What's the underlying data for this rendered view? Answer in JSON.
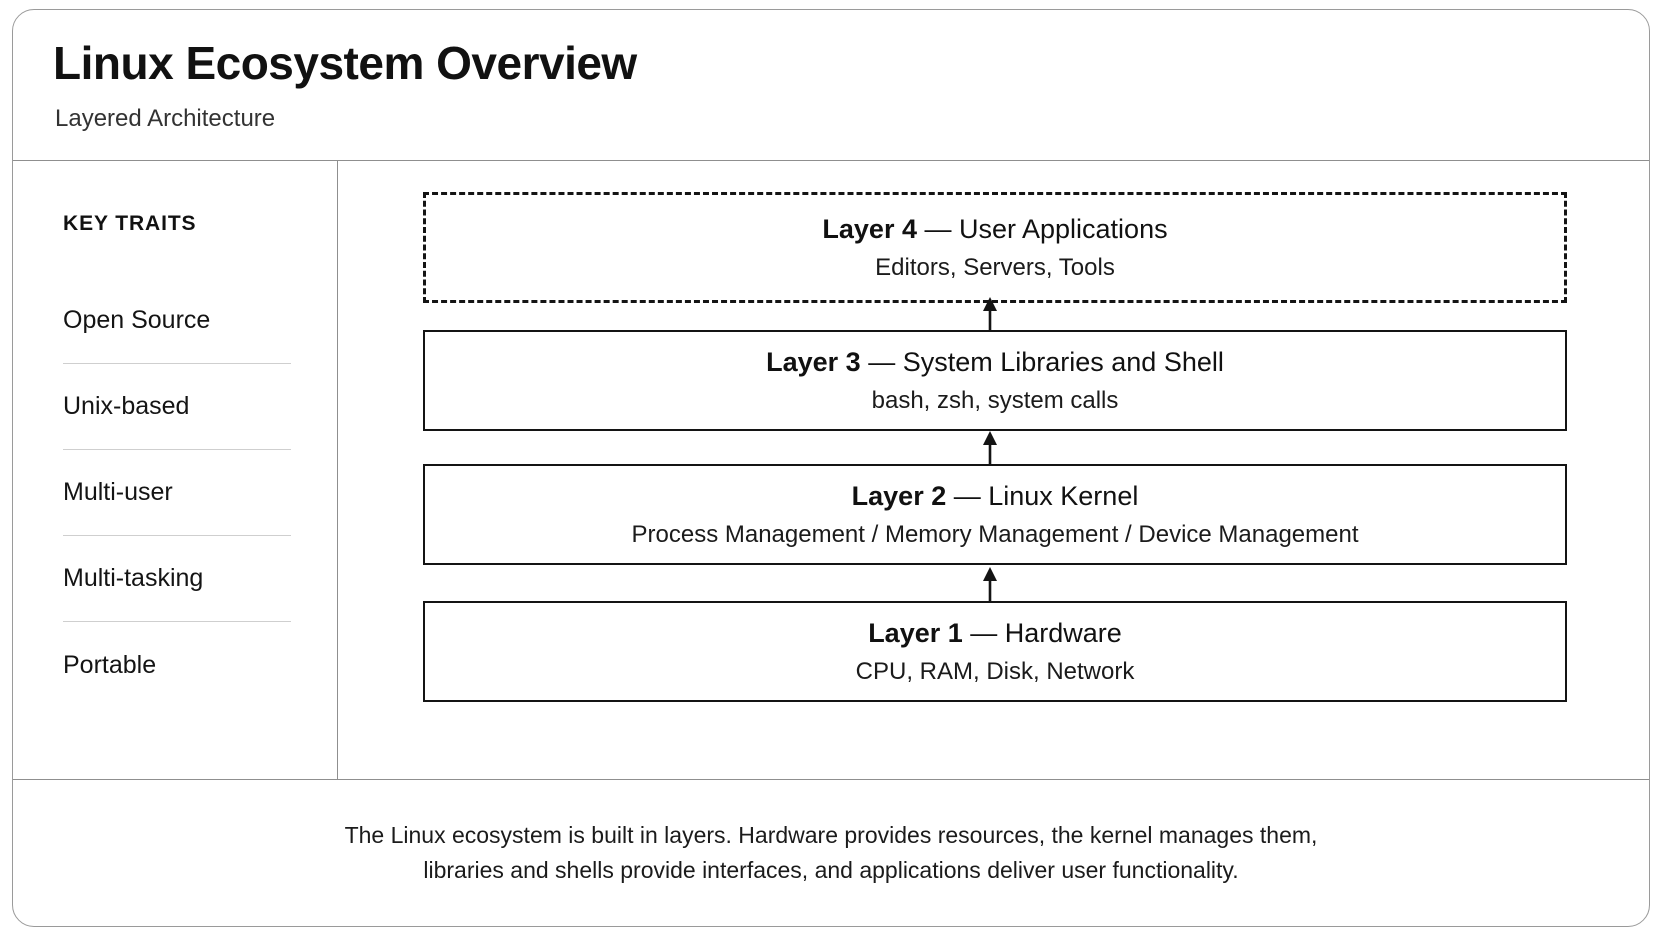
{
  "header": {
    "title": "Linux Ecosystem Overview",
    "subtitle": "Layered Architecture"
  },
  "sidebar": {
    "heading": "KEY TRAITS",
    "traits": [
      {
        "label": "Open Source"
      },
      {
        "label": "Unix-based"
      },
      {
        "label": "Multi-user"
      },
      {
        "label": "Multi-tasking"
      },
      {
        "label": "Portable"
      }
    ]
  },
  "diagram": {
    "layers": [
      {
        "id": "l4",
        "title_bold": "Layer 4",
        "title_rest": " — User Applications",
        "desc": "Editors, Servers, Tools",
        "border": "dashed"
      },
      {
        "id": "l3",
        "title_bold": "Layer 3",
        "title_rest": " — System Libraries and Shell",
        "desc": "bash, zsh, system calls",
        "border": "solid"
      },
      {
        "id": "l2",
        "title_bold": "Layer 2",
        "title_rest": " — Linux Kernel",
        "desc": "Process Management  /  Memory Management  /  Device Management",
        "border": "solid"
      },
      {
        "id": "l1",
        "title_bold": "Layer 1",
        "title_rest": " — Hardware",
        "desc": "CPU, RAM, Disk, Network",
        "border": "solid"
      }
    ],
    "arrows": [
      {
        "name": "arrow-l1-to-l2"
      },
      {
        "name": "arrow-l2-to-l3"
      },
      {
        "name": "arrow-l3-to-l4"
      }
    ]
  },
  "footer": {
    "line1": "The Linux ecosystem is built in layers. Hardware provides resources, the kernel manages them,",
    "line2": "libraries and shells provide interfaces, and  applications deliver user functionality."
  },
  "colors": {
    "ink": "#111111",
    "frame": "#8f8f8f",
    "rule": "#cfcfcf",
    "background": "#ffffff"
  }
}
